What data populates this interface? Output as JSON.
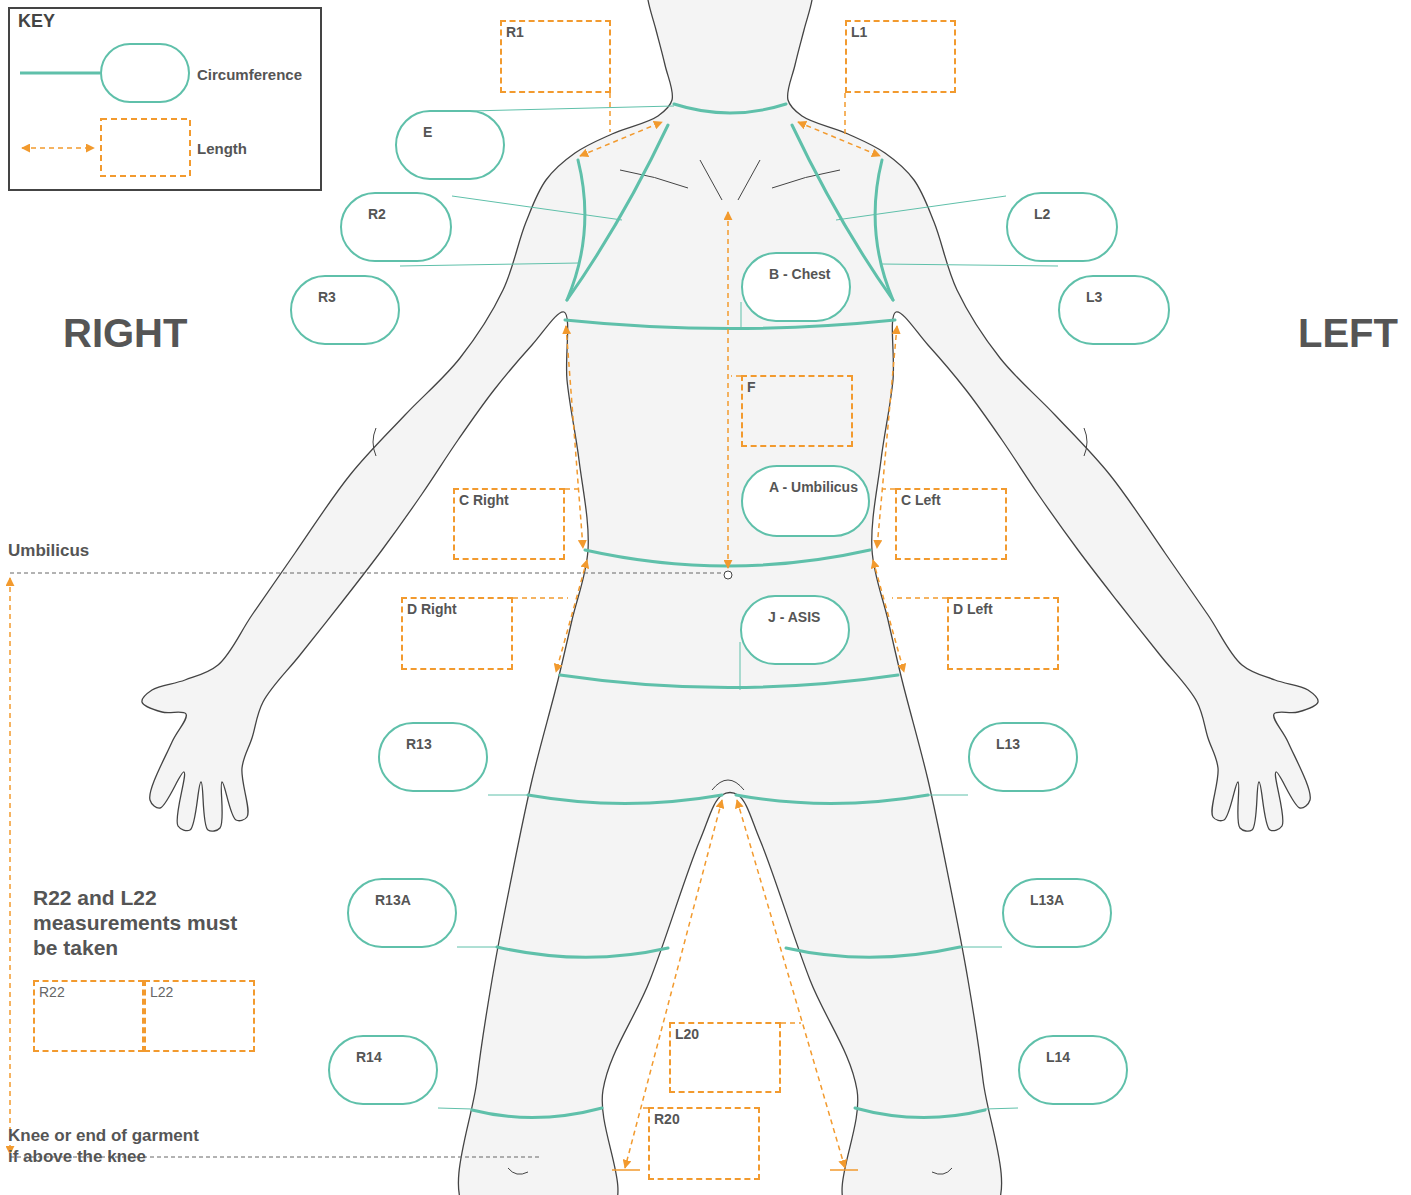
{
  "diagram": {
    "nodes": [
      {
        "text": [
          "KEY"
        ]
      },
      {
        "text": [
          "R1"
        ]
      },
      {
        "text": [
          "L1"
        ]
      },
      {
        "text": [
          "E"
        ]
      },
      {
        "text": [
          "R2"
        ]
      },
      {
        "text": [
          "L2"
        ]
      },
      {
        "text": [
          "B - Chest"
        ]
      },
      {
        "text": [
          "R3"
        ]
      },
      {
        "text": [
          "L3"
        ]
      },
      {
        "text": [
          "F"
        ]
      },
      {
        "text": [
          "A - Umbilicus"
        ]
      },
      {
        "text": [
          "C Right"
        ]
      },
      {
        "text": [
          "C Left"
        ]
      },
      {
        "text": [
          "D Right"
        ]
      },
      {
        "text": [
          "J - ASIS"
        ]
      },
      {
        "text": [
          "D Left"
        ]
      },
      {
        "text": [
          "R13"
        ]
      },
      {
        "text": [
          "L13"
        ]
      },
      {
        "text": [
          "R13A"
        ]
      },
      {
        "text": [
          "L13A"
        ]
      },
      {
        "text": [
          "R22"
        ]
      },
      {
        "text": [
          "L22"
        ]
      },
      {
        "text": [
          "R14"
        ]
      },
      {
        "text": [
          "L20"
        ]
      },
      {
        "text": [
          "L14"
        ]
      },
      {
        "text": [
          "R20"
        ]
      }
    ],
    "labels": [
      "RIGHT",
      "LEFT",
      "Umbilicus",
      "R22 and L22 measurements must be taken",
      "Knee or end of garment if above the knee"
    ],
    "legend": [
      {
        "text": "Circumference"
      },
      {
        "text": "Length"
      }
    ]
  }
}
